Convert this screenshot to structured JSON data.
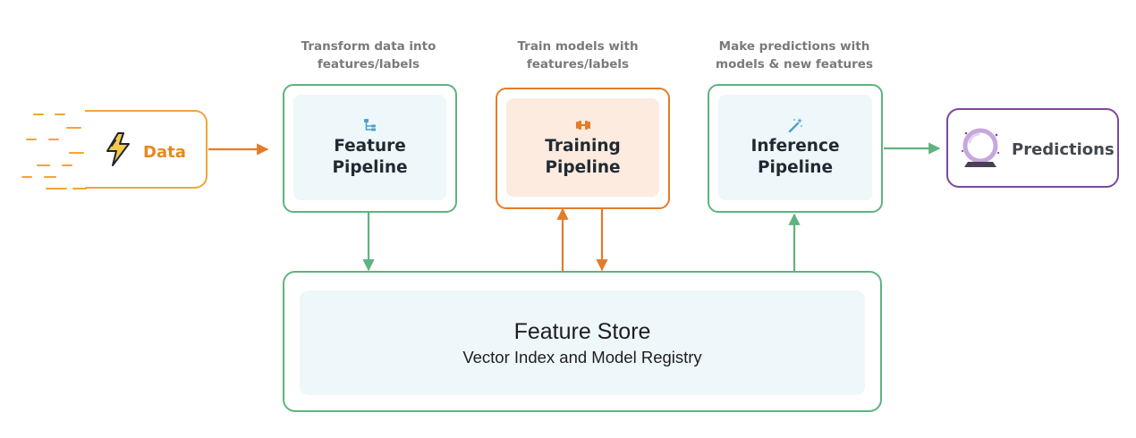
{
  "captions": {
    "feature": "Transform data into features/labels",
    "training": "Train models with features/labels",
    "inference": "Make predictions with models & new features"
  },
  "caption_lines": {
    "feature": [
      "Transform data into",
      "features/labels"
    ],
    "training": [
      "Train models with",
      "features/labels"
    ],
    "inference": [
      "Make predictions with",
      "models & new features"
    ]
  },
  "data_source": {
    "label": "Data",
    "icon": "lightning-bolt-icon"
  },
  "stages": {
    "feature": {
      "label": "Feature Pipeline",
      "lines": [
        "Feature",
        "Pipeline"
      ],
      "icon": "tree-structure-icon"
    },
    "training": {
      "label": "Training Pipeline",
      "lines": [
        "Training",
        "Pipeline"
      ],
      "icon": "dumbbell-icon"
    },
    "inference": {
      "label": "Inference Pipeline",
      "lines": [
        "Inference",
        "Pipeline"
      ],
      "icon": "magic-wand-icon"
    }
  },
  "output": {
    "label": "Predictions",
    "icon": "crystal-ball-icon"
  },
  "feature_store": {
    "title": "Feature Store",
    "subtitle": "Vector Index and Model Registry"
  },
  "colors": {
    "green": "#5eb37f",
    "orange": "#e37c2a",
    "data_orange": "#f0a53a",
    "purple": "#7b48a0",
    "inner_blue": "#eef7fa",
    "inner_peach": "#fcebde",
    "caption_gray": "#7a7a7a"
  }
}
